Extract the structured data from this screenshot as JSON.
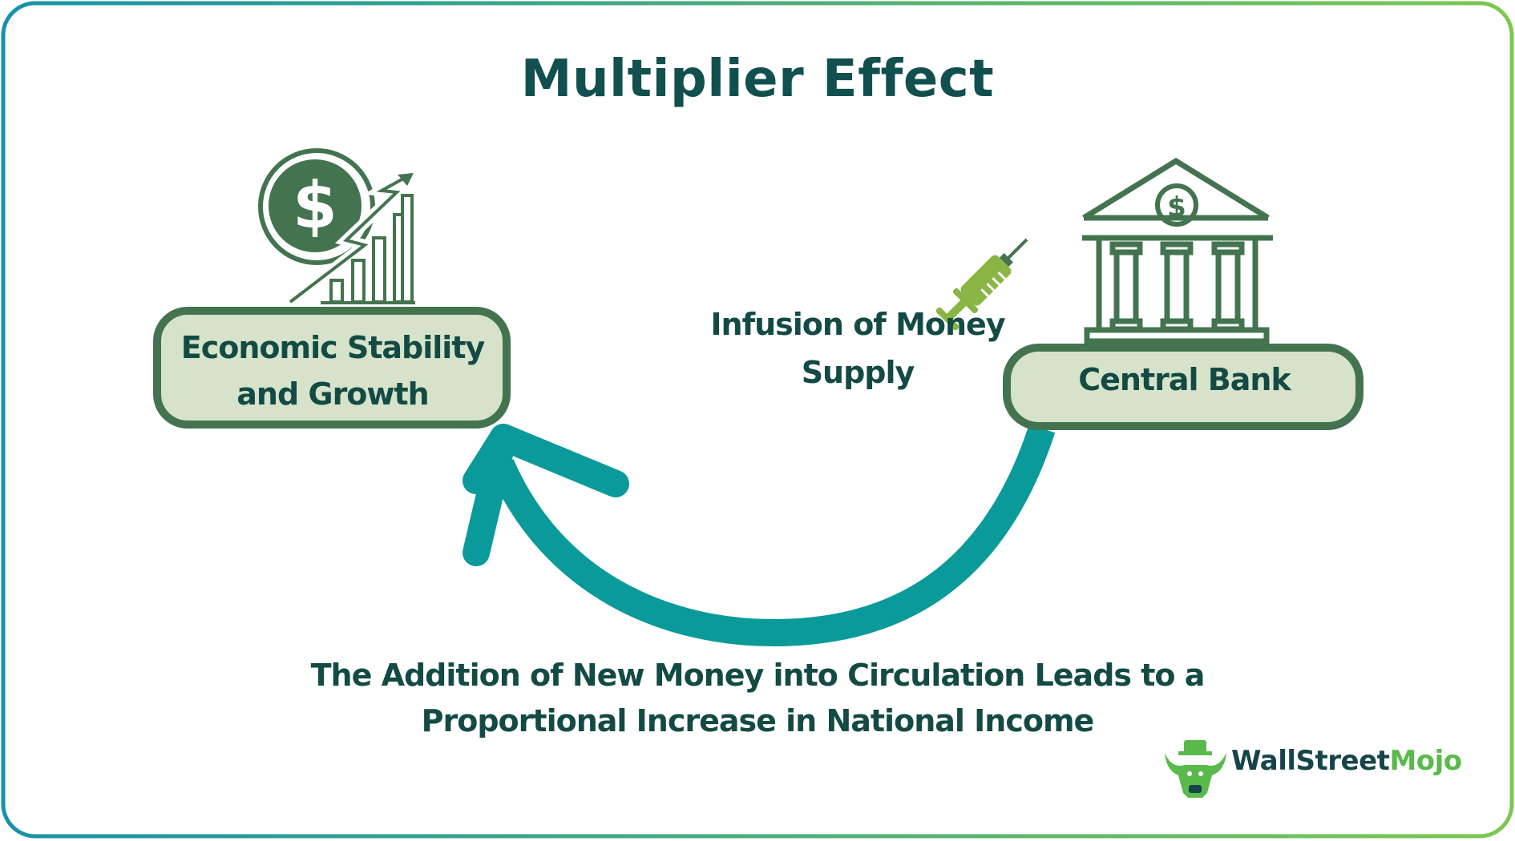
{
  "title": "Multiplier Effect",
  "nodes": {
    "economic": {
      "label": "Economic Stability and Growth"
    },
    "central_bank": {
      "label": "Central Bank"
    }
  },
  "edge": {
    "infusion_label": "Infusion of Money Supply"
  },
  "caption": "The Addition of New Money into Circulation Leads to a Proportional Increase in National Income",
  "brand": {
    "part1": "WallStreet",
    "part2": "Mojo"
  },
  "icons": {
    "economic": "dollar-growth-chart-icon",
    "bank": "bank-building-icon",
    "syringe": "syringe-icon",
    "logo": "wallstreetmojo-bull-logo-icon"
  },
  "colors": {
    "dark_green": "#43744f",
    "pale_green": "#d6e2ca",
    "teal": "#0b9a9a",
    "syringe_green": "#8ab443",
    "title_text": "#124f4f",
    "border_gradient_start": "#1592a6",
    "border_gradient_end": "#7cc84f"
  }
}
